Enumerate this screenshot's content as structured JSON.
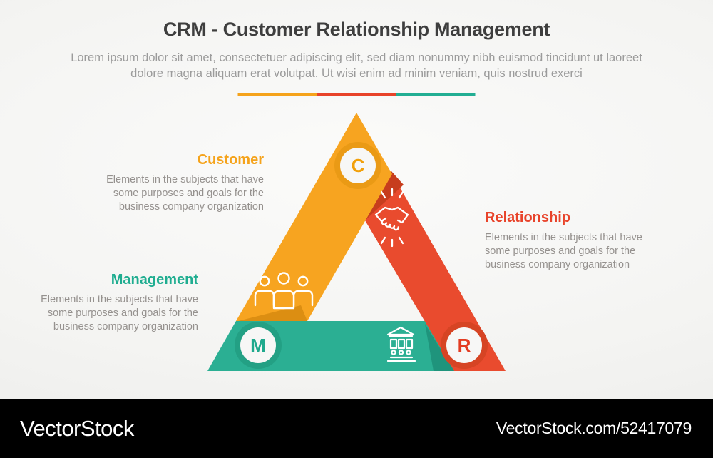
{
  "header": {
    "title": "CRM - Customer Relationship Management",
    "subtitle": "Lorem ipsum dolor sit amet, consectetuer adipiscing elit, sed diam nonummy nibh euismod tincidunt ut laoreet dolore magna aliquam erat volutpat. Ut wisi enim ad minim veniam, quis nostrud exerci"
  },
  "divider_colors": [
    "#F5A31B",
    "#E8432A",
    "#22AE93"
  ],
  "items": [
    {
      "id": "customer",
      "label": "Customer",
      "letter": "C",
      "color": "#F7A420",
      "dark_color": "#DC8E12",
      "icon": "people-group-icon",
      "description": "Elements in the subjects that have some purposes and goals for the business company organization"
    },
    {
      "id": "relationship",
      "label": "Relationship",
      "letter": "R",
      "color": "#E94B2E",
      "dark_color": "#C73D1D",
      "icon": "handshake-icon",
      "description": "Elements in the subjects that have some purposes and goals for the business company organization"
    },
    {
      "id": "management",
      "label": "Management",
      "letter": "M",
      "color": "#2BAF93",
      "dark_color": "#1F947C",
      "icon": "bank-building-icon",
      "description": "Elements in the subjects that have some purposes and goals for the business company organization"
    }
  ],
  "watermark": {
    "brand": "VectorStock",
    "url_text": "VectorStock.com/52417079"
  }
}
